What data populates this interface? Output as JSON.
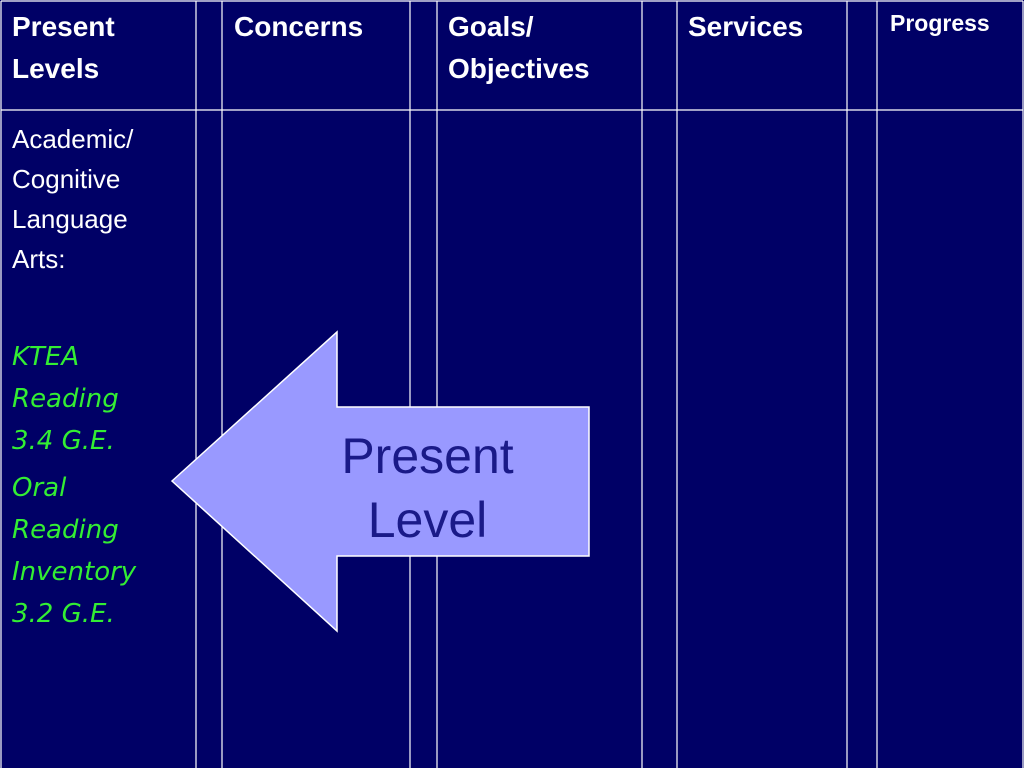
{
  "table": {
    "headers": {
      "present_levels_line1": "Present",
      "present_levels_line2": "Levels",
      "concerns": "Concerns",
      "goals_line1": "Goals/",
      "goals_line2": "Objectives",
      "services": "Services",
      "progress": "Progress"
    },
    "present_levels_cell": {
      "category_lines": [
        "Academic/",
        "Cognitive",
        "Language",
        "Arts:"
      ],
      "assessments": [
        {
          "lines": [
            "KTEA",
            "Reading",
            "3.4 G.E."
          ]
        },
        {
          "lines": [
            "Oral",
            "Reading",
            "Inventory",
            "3.2 G.E."
          ]
        }
      ]
    }
  },
  "callout": {
    "line1": "Present",
    "line2": "Level"
  },
  "colors": {
    "background": "#000066",
    "grid_lines": "#ffffff",
    "header_text": "#ffffff",
    "assessment_text": "#33ee33",
    "arrow_fill": "#9999ff",
    "arrow_text": "#1a1a88"
  }
}
